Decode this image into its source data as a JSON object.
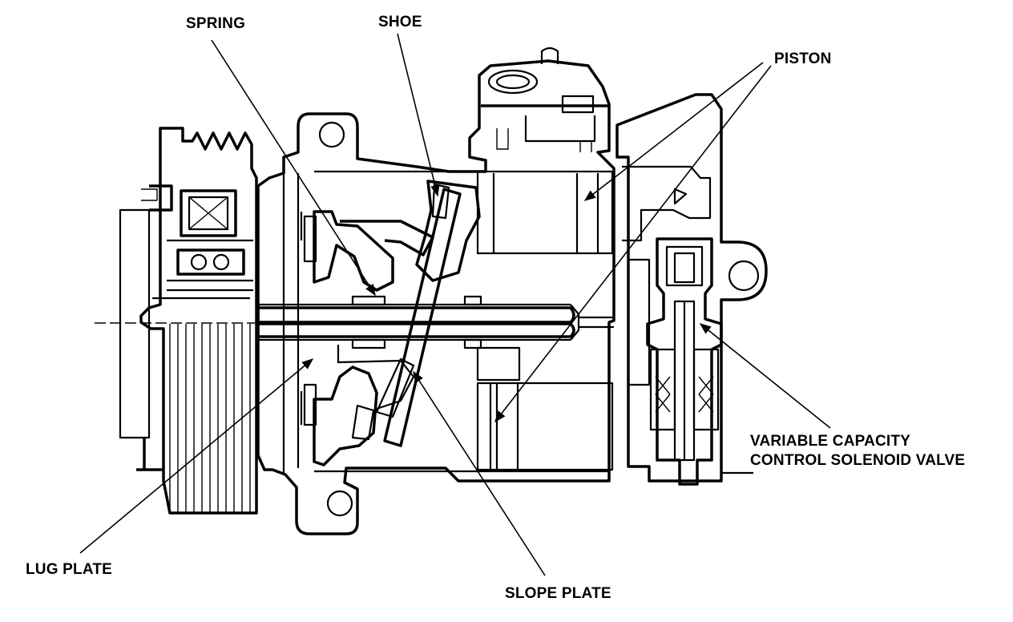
{
  "labels": {
    "spring": "SPRING",
    "shoe": "SHOE",
    "piston": "PISTON",
    "variable_capacity_line1": "VARIABLE CAPACITY",
    "variable_capacity_line2": "CONTROL SOLENOID VALVE",
    "lug_plate": "LUG PLATE",
    "slope_plate": "SLOPE PLATE"
  }
}
